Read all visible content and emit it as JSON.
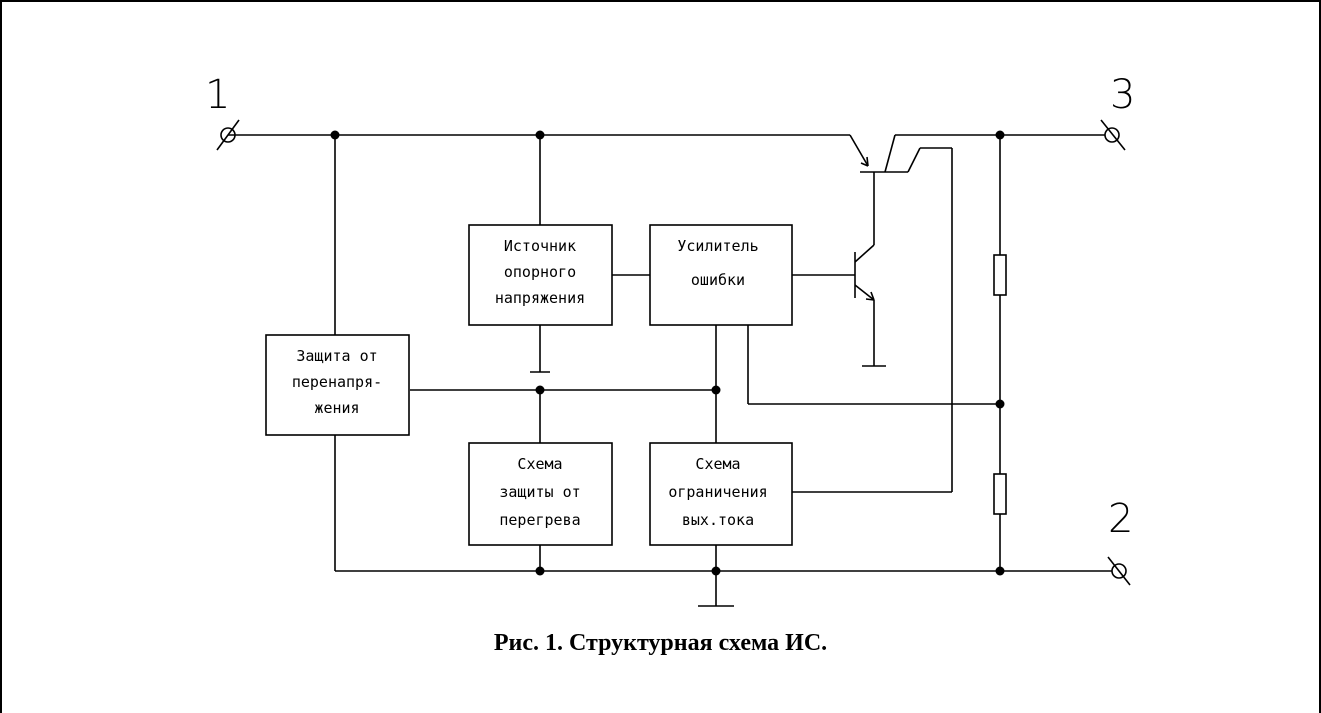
{
  "pins": {
    "p1": "1",
    "p2": "2",
    "p3": "3"
  },
  "blocks": {
    "reference": [
      "Источник",
      "опорного",
      "напряжения"
    ],
    "error_amp": [
      "Усилитель",
      "ошибки"
    ],
    "overvoltage": [
      "Защита от",
      "перенапря-",
      "жения"
    ],
    "thermal": [
      "Схема",
      "защиты от",
      "перегрева"
    ],
    "current_limit": [
      "Схема",
      "ограничения",
      "вых.тока"
    ]
  },
  "caption": "Рис. 1. Структурная схема ИС."
}
